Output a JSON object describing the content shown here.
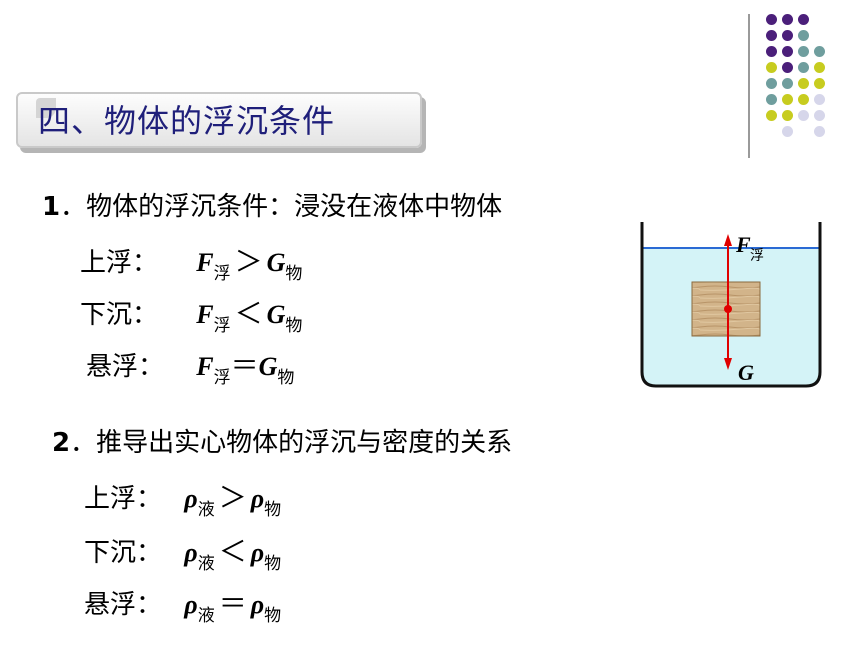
{
  "title": "四、物体的浮沉条件",
  "section1": {
    "num": "1",
    "dot": "．",
    "heading": "物体的浮沉条件：浸没在液体中物体",
    "rows": [
      {
        "label": "上浮：",
        "left": "F",
        "left_sub": "浮",
        "op": "＞",
        "right": "G",
        "right_sub": "物"
      },
      {
        "label": "下沉：",
        "left": "F",
        "left_sub": "浮",
        "op": "＜",
        "right": "G",
        "right_sub": "物"
      },
      {
        "label": "悬浮：",
        "left": "F",
        "left_sub": "浮",
        "op": "＝",
        "right": "G",
        "right_sub": "物"
      }
    ]
  },
  "section2": {
    "num": "2",
    "dot": "．",
    "heading": "推导出实心物体的浮沉与密度的关系",
    "rows": [
      {
        "label": "上浮：",
        "left": "ρ",
        "left_sub": "液",
        "op": "＞",
        "right": "ρ",
        "right_sub": "物"
      },
      {
        "label": "下沉：",
        "left": "ρ",
        "left_sub": "液",
        "op": "＜",
        "right": "ρ",
        "right_sub": "物"
      },
      {
        "label": "悬浮：",
        "left": "ρ",
        "left_sub": "液",
        "op": "＝",
        "right": "ρ",
        "right_sub": "物"
      }
    ]
  },
  "figure": {
    "force_up": "F",
    "force_up_sub": "浮",
    "force_down": "G"
  },
  "colors": {
    "purple": "#4b1f7a",
    "teal": "#6f9e9e",
    "yellow": "#c7cc1f",
    "lavender": "#d6d6ea",
    "water": "#d4f3f7",
    "arrow": "#e00000",
    "block": "#c9a97a"
  }
}
